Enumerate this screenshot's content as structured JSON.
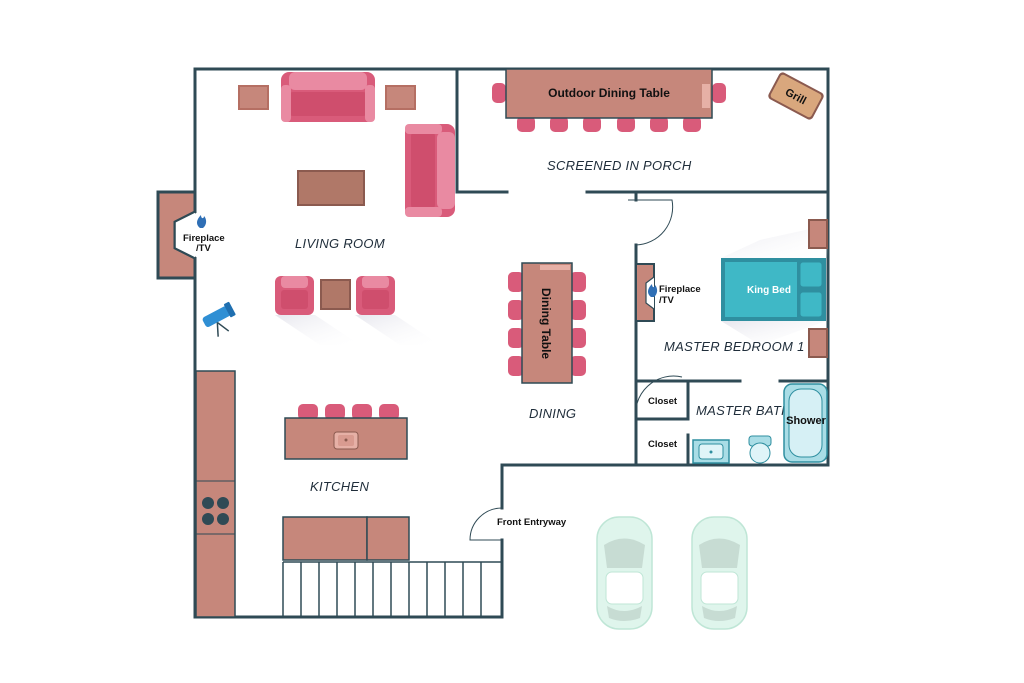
{
  "rooms": {
    "living_room": "LIVING ROOM",
    "screened_porch": "SCREENED IN PORCH",
    "dining": "DINING",
    "kitchen": "KITCHEN",
    "master_bedroom": "MASTER BEDROOM 1",
    "master_bath": "MASTER BATH"
  },
  "fixtures": {
    "outdoor_dining_table": "Outdoor Dining Table",
    "grill": "Grill",
    "fireplace_living_line1": "Fireplace",
    "fireplace_living_line2": "/TV",
    "fireplace_bedroom_line1": "Fireplace",
    "fireplace_bedroom_line2": "/TV",
    "king_bed": "King Bed",
    "dining_table": "Dining Table",
    "closet_upper": "Closet",
    "closet_lower": "Closet",
    "shower": "Shower",
    "front_entryway": "Front Entryway"
  },
  "icons": {
    "fireplace": "flame-icon",
    "telescope": "telescope-icon",
    "car": "car-icon",
    "sink": "sink-icon",
    "toilet": "toilet-icon",
    "stove": "stove-icon"
  },
  "colors": {
    "wall": "#2f4a55",
    "furniture": "#c6877b",
    "sofa": "#d95b7a",
    "bed": "#3fb8c6",
    "bath": "#a9dde6",
    "car": "#dff5ec",
    "telescope": "#2f8fd4"
  }
}
